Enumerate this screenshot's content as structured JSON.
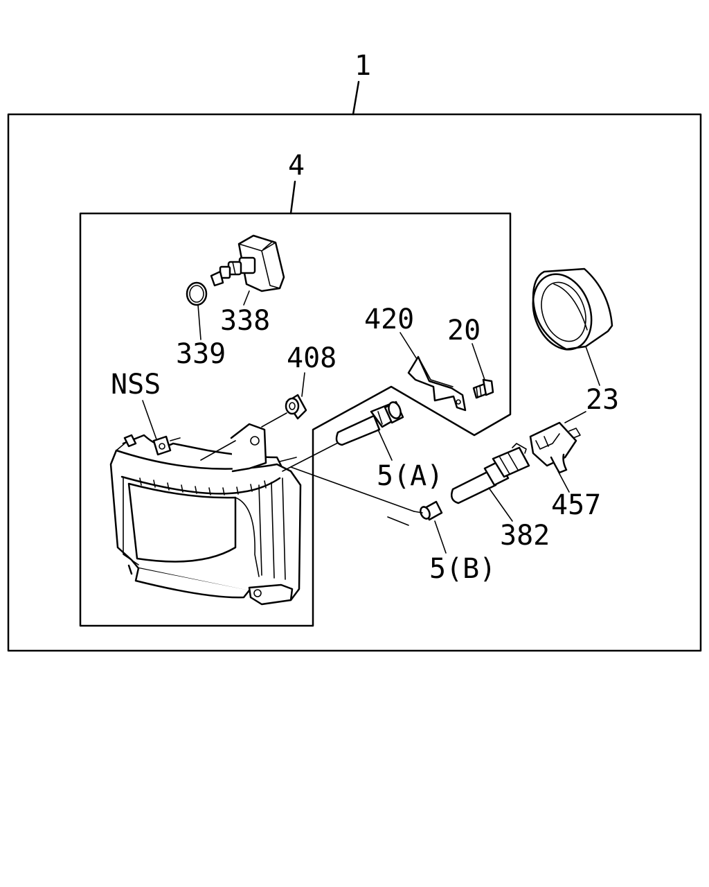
{
  "diagram": {
    "labels": {
      "assembly": "1",
      "sub_assembly": "4",
      "p338": "338",
      "p339": "339",
      "p420": "420",
      "p20": "20",
      "p23": "23",
      "p408": "408",
      "nss": "NSS",
      "p5a": "5(A)",
      "p5b": "5(B)",
      "p382": "382",
      "p457": "457"
    }
  }
}
